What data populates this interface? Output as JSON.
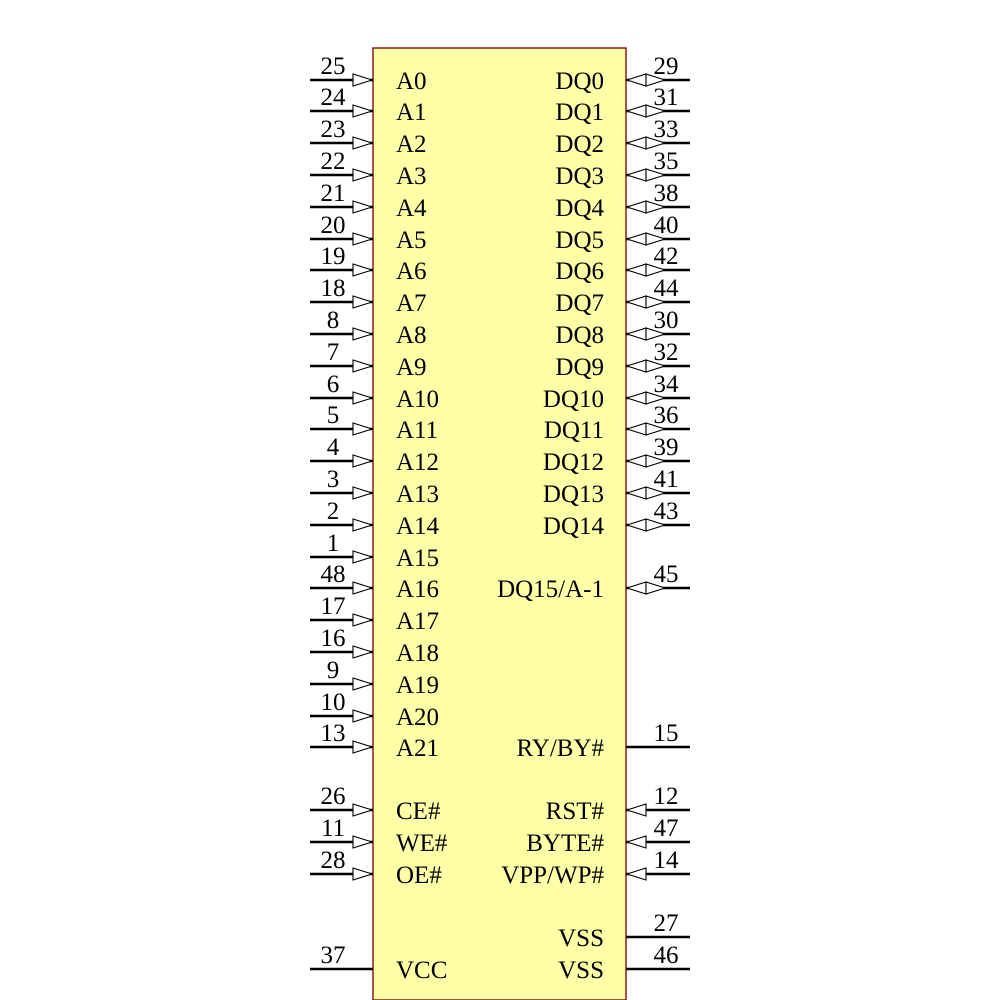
{
  "component": {
    "body_color": "#ffffa8",
    "border_color": "#8b1a1a",
    "wire_color": "#000000"
  },
  "left_pins": [
    {
      "num": "25",
      "name": "A0",
      "arrow": "in"
    },
    {
      "num": "24",
      "name": "A1",
      "arrow": "in"
    },
    {
      "num": "23",
      "name": "A2",
      "arrow": "in"
    },
    {
      "num": "22",
      "name": "A3",
      "arrow": "in"
    },
    {
      "num": "21",
      "name": "A4",
      "arrow": "in"
    },
    {
      "num": "20",
      "name": "A5",
      "arrow": "in"
    },
    {
      "num": "19",
      "name": "A6",
      "arrow": "in"
    },
    {
      "num": "18",
      "name": "A7",
      "arrow": "in"
    },
    {
      "num": "8",
      "name": "A8",
      "arrow": "in"
    },
    {
      "num": "7",
      "name": "A9",
      "arrow": "in"
    },
    {
      "num": "6",
      "name": "A10",
      "arrow": "in"
    },
    {
      "num": "5",
      "name": "A11",
      "arrow": "in"
    },
    {
      "num": "4",
      "name": "A12",
      "arrow": "in"
    },
    {
      "num": "3",
      "name": "A13",
      "arrow": "in"
    },
    {
      "num": "2",
      "name": "A14",
      "arrow": "in"
    },
    {
      "num": "1",
      "name": "A15",
      "arrow": "in"
    },
    {
      "num": "48",
      "name": "A16",
      "arrow": "in"
    },
    {
      "num": "17",
      "name": "A17",
      "arrow": "in"
    },
    {
      "num": "16",
      "name": "A18",
      "arrow": "in"
    },
    {
      "num": "9",
      "name": "A19",
      "arrow": "in"
    },
    {
      "num": "10",
      "name": "A20",
      "arrow": "in"
    },
    {
      "num": "13",
      "name": "A21",
      "arrow": "in"
    },
    {
      "num": "26",
      "name": "CE#",
      "arrow": "in"
    },
    {
      "num": "11",
      "name": "WE#",
      "arrow": "in"
    },
    {
      "num": "28",
      "name": "OE#",
      "arrow": "in"
    },
    {
      "num": "37",
      "name": "VCC",
      "arrow": "none"
    }
  ],
  "right_pins": [
    {
      "num": "29",
      "name": "DQ0",
      "arrow": "bidir"
    },
    {
      "num": "31",
      "name": "DQ1",
      "arrow": "bidir"
    },
    {
      "num": "33",
      "name": "DQ2",
      "arrow": "bidir"
    },
    {
      "num": "35",
      "name": "DQ3",
      "arrow": "bidir"
    },
    {
      "num": "38",
      "name": "DQ4",
      "arrow": "bidir"
    },
    {
      "num": "40",
      "name": "DQ5",
      "arrow": "bidir"
    },
    {
      "num": "42",
      "name": "DQ6",
      "arrow": "bidir"
    },
    {
      "num": "44",
      "name": "DQ7",
      "arrow": "bidir"
    },
    {
      "num": "30",
      "name": "DQ8",
      "arrow": "bidir"
    },
    {
      "num": "32",
      "name": "DQ9",
      "arrow": "bidir"
    },
    {
      "num": "34",
      "name": "DQ10",
      "arrow": "bidir"
    },
    {
      "num": "36",
      "name": "DQ11",
      "arrow": "bidir"
    },
    {
      "num": "39",
      "name": "DQ12",
      "arrow": "bidir"
    },
    {
      "num": "41",
      "name": "DQ13",
      "arrow": "bidir"
    },
    {
      "num": "43",
      "name": "DQ14",
      "arrow": "bidir"
    },
    {
      "num": "45",
      "name": "DQ15/A-1",
      "arrow": "bidir"
    },
    {
      "num": "15",
      "name": "RY/BY#",
      "arrow": "none"
    },
    {
      "num": "12",
      "name": "RST#",
      "arrow": "in"
    },
    {
      "num": "47",
      "name": "BYTE#",
      "arrow": "in"
    },
    {
      "num": "14",
      "name": "VPP/WP#",
      "arrow": "in"
    },
    {
      "num": "27",
      "name": "VSS",
      "arrow": "none"
    },
    {
      "num": "46",
      "name": "VSS",
      "arrow": "none"
    }
  ]
}
